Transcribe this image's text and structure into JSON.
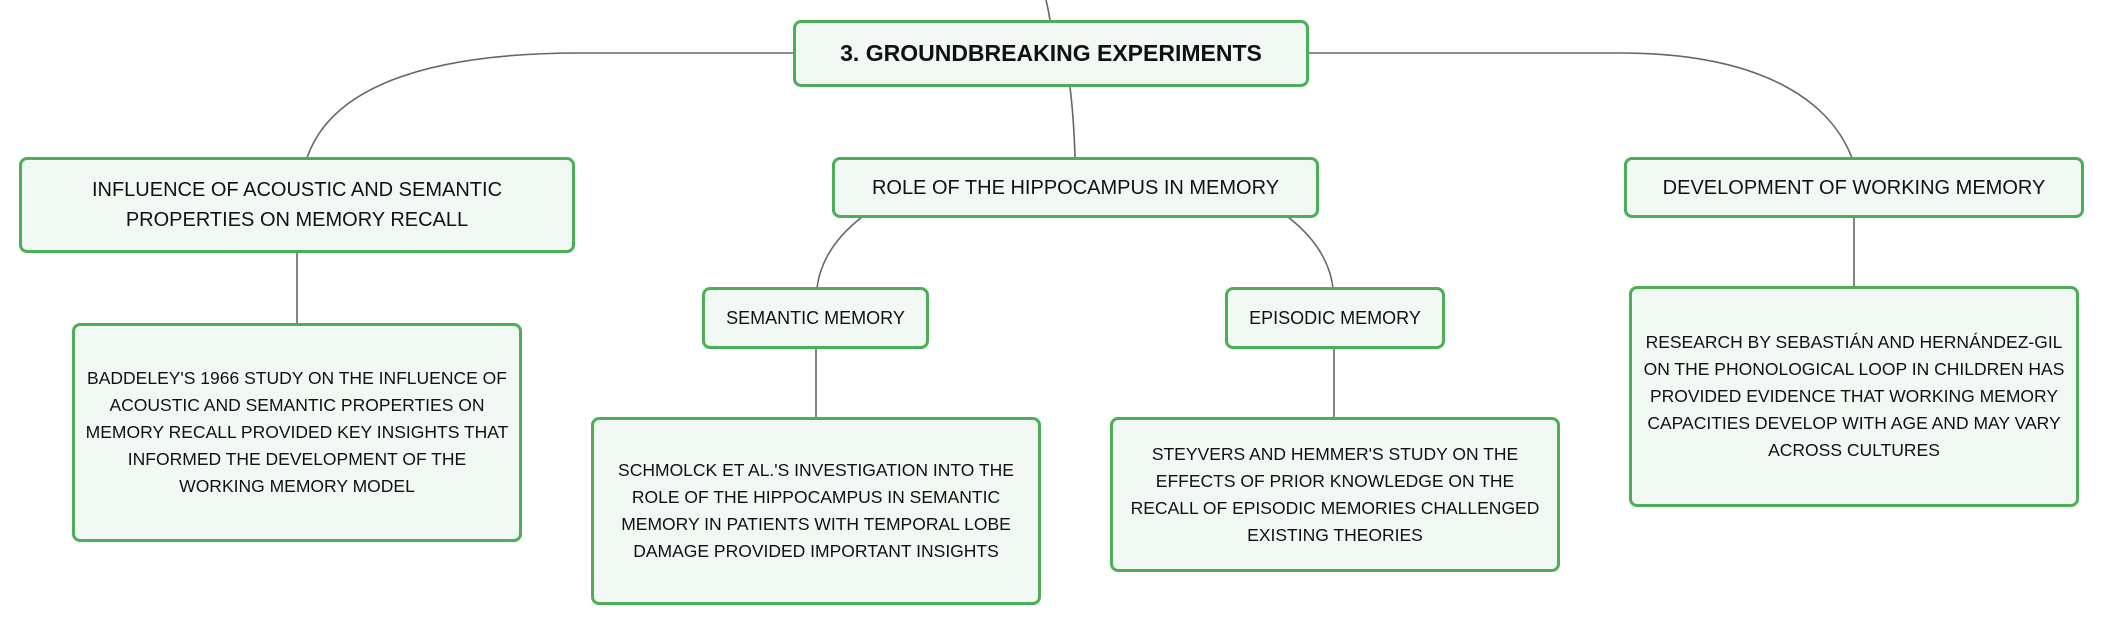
{
  "colors": {
    "node_fill": "#f2f9f4",
    "node_border": "#4caf55",
    "edge": "#666666",
    "text": "#111111"
  },
  "root": {
    "label": "3. GROUNDBREAKING EXPERIMENTS"
  },
  "topics": [
    {
      "label": "INFLUENCE OF ACOUSTIC AND SEMANTIC PROPERTIES ON MEMORY RECALL",
      "detail": "BADDELEY'S 1966 STUDY ON THE INFLUENCE OF ACOUSTIC AND SEMANTIC PROPERTIES ON MEMORY RECALL PROVIDED KEY INSIGHTS THAT INFORMED THE DEVELOPMENT OF THE WORKING MEMORY MODEL"
    },
    {
      "label": "ROLE OF THE HIPPOCAMPUS IN MEMORY",
      "subtopics": [
        {
          "label": "SEMANTIC MEMORY",
          "detail": "SCHMOLCK ET AL.'S INVESTIGATION INTO THE ROLE OF THE HIPPOCAMPUS IN SEMANTIC MEMORY IN PATIENTS WITH TEMPORAL LOBE DAMAGE PROVIDED IMPORTANT INSIGHTS"
        },
        {
          "label": "EPISODIC MEMORY",
          "detail": "STEYVERS AND HEMMER'S STUDY ON THE EFFECTS OF PRIOR KNOWLEDGE ON THE RECALL OF EPISODIC MEMORIES CHALLENGED EXISTING THEORIES"
        }
      ]
    },
    {
      "label": "DEVELOPMENT OF WORKING MEMORY",
      "detail": "RESEARCH BY SEBASTIÁN AND HERNÁNDEZ-GIL ON THE PHONOLOGICAL LOOP IN CHILDREN HAS PROVIDED EVIDENCE THAT WORKING MEMORY CAPACITIES DEVELOP WITH AGE AND MAY VARY ACROSS CULTURES"
    }
  ]
}
